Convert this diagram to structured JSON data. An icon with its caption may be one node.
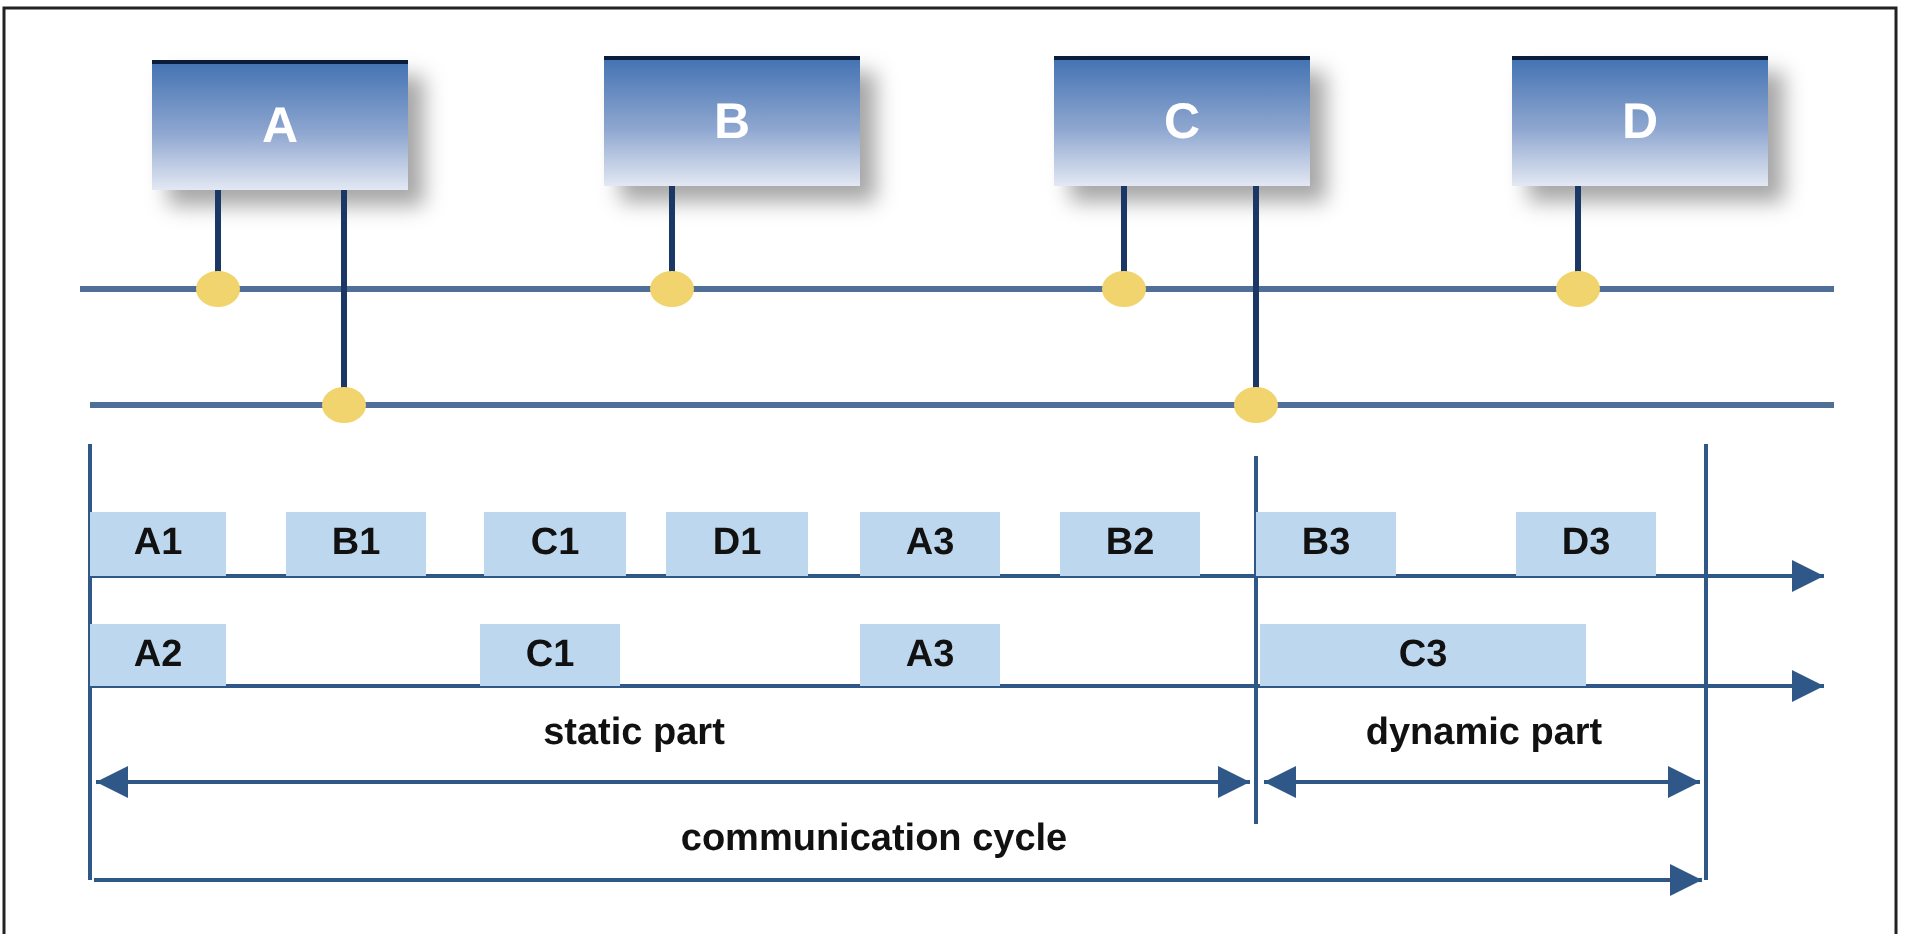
{
  "diagram": {
    "nodes": [
      {
        "text": [
          "A"
        ]
      },
      {
        "text": [
          "B"
        ]
      },
      {
        "text": [
          "C"
        ]
      },
      {
        "text": [
          "D"
        ]
      },
      {
        "text": [],
        "shape": "bar"
      },
      {
        "text": [],
        "shape": "bar"
      },
      {
        "text": [
          "A1"
        ]
      },
      {
        "text": [
          "B1"
        ]
      },
      {
        "text": [
          "C1"
        ]
      },
      {
        "text": [
          "D1"
        ]
      },
      {
        "text": [
          "A3"
        ]
      },
      {
        "text": [
          "B2"
        ]
      },
      {
        "text": [
          "B3"
        ]
      },
      {
        "text": [
          "D3"
        ]
      },
      {
        "text": [
          "A2"
        ]
      },
      {
        "text": [
          "C1"
        ]
      },
      {
        "text": [
          "A3"
        ]
      },
      {
        "text": [
          "C3"
        ]
      }
    ],
    "edges": [
      {
        "from": 0,
        "to": 4,
        "arrow": "other"
      },
      {
        "from": 0,
        "to": 5,
        "arrow": "other"
      },
      {
        "from": 1,
        "to": 4,
        "arrow": "other"
      },
      {
        "from": 2,
        "to": 4,
        "arrow": "other"
      },
      {
        "from": 2,
        "to": 5,
        "arrow": "other"
      },
      {
        "from": 3,
        "to": 4,
        "arrow": "other"
      }
    ],
    "labels": [
      "static part",
      "dynamic part",
      "communication cycle"
    ]
  }
}
